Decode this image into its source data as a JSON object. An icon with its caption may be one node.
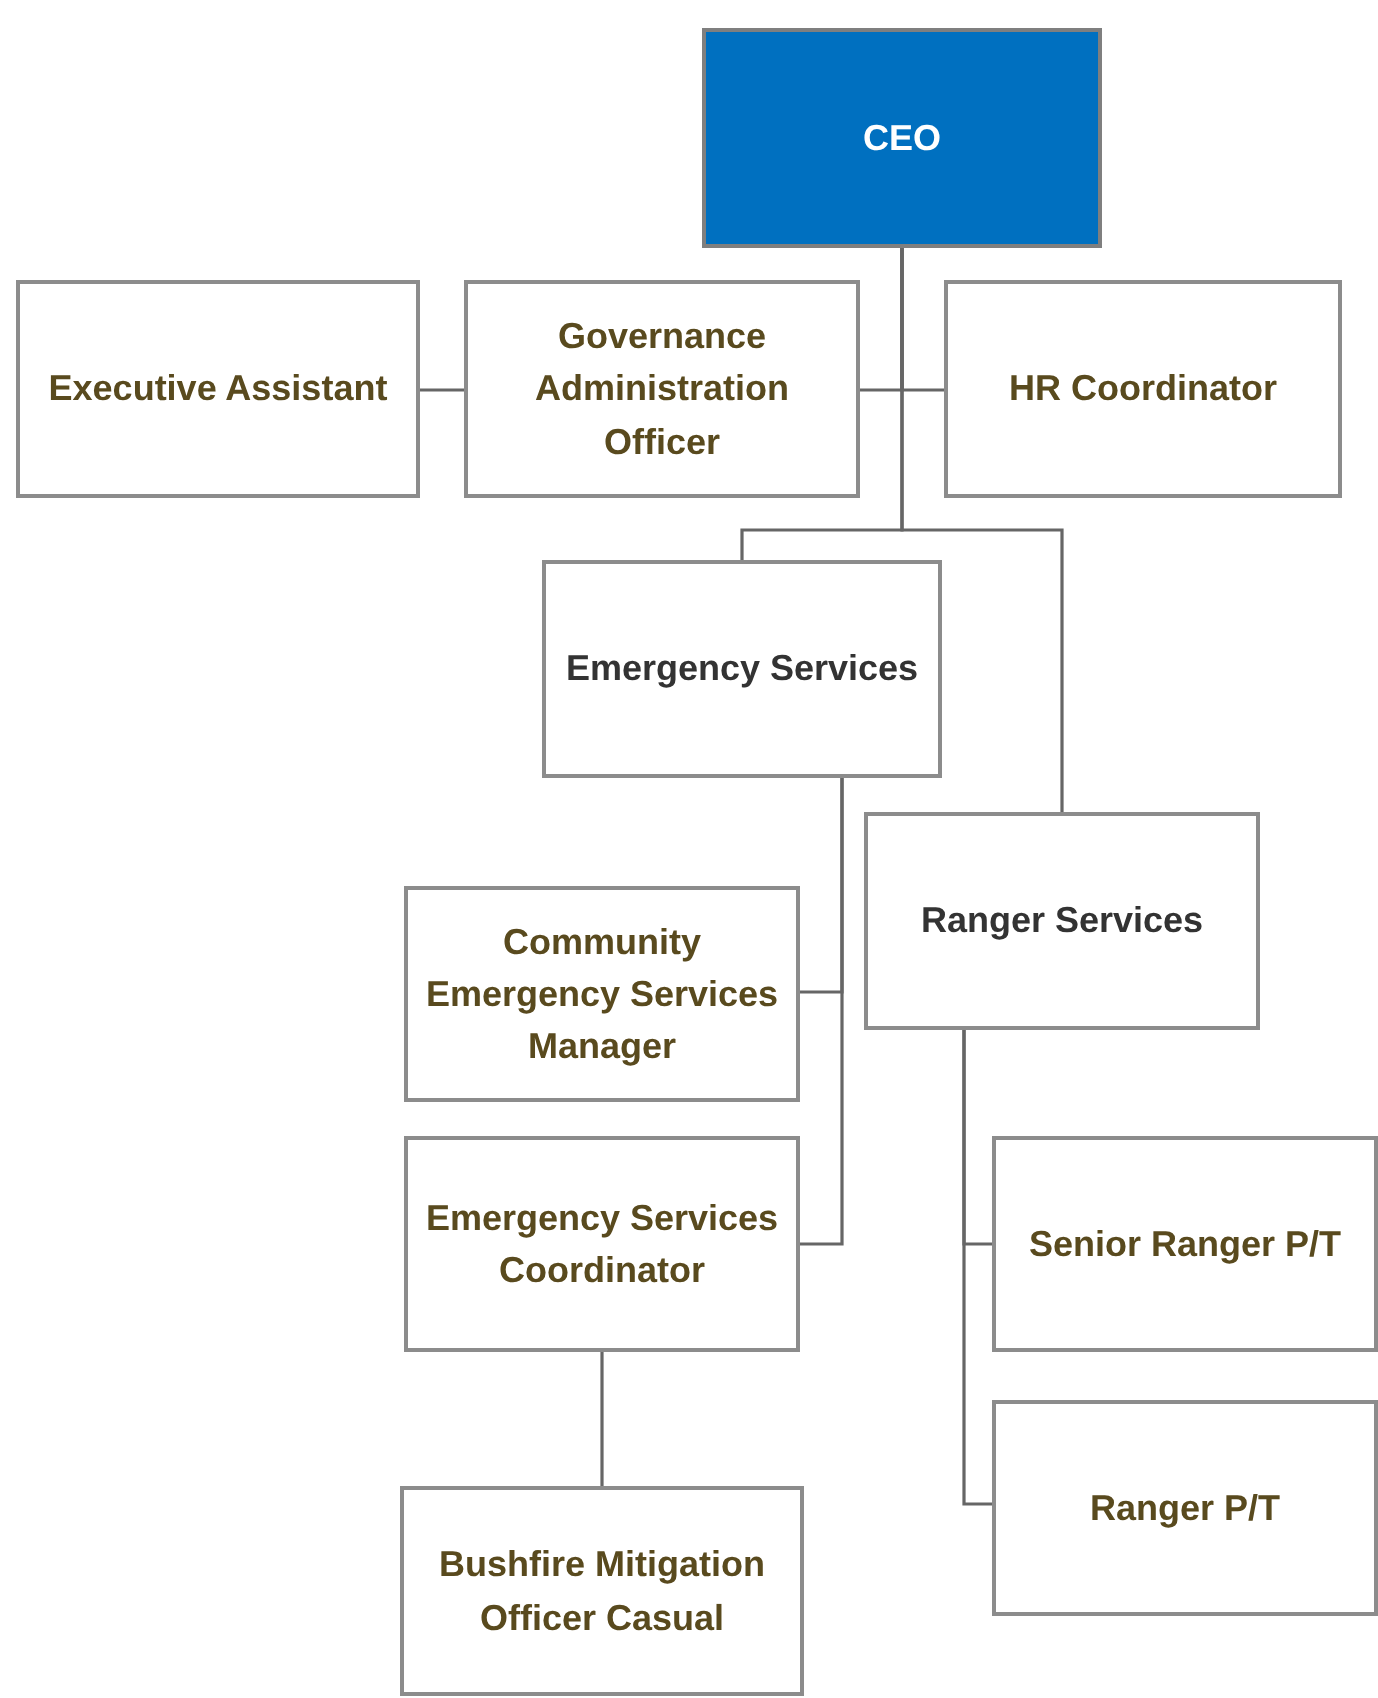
{
  "diagram": {
    "nodes": [
      {
        "text": [
          "CEO"
        ]
      },
      {
        "text": [
          "Executive Assistant"
        ]
      },
      {
        "text": [
          "Governance Administration Officer"
        ]
      },
      {
        "text": [
          "HR Coordinator"
        ]
      },
      {
        "text": [
          "Emergency Services"
        ]
      },
      {
        "text": [
          "Ranger Services"
        ]
      },
      {
        "text": [
          "Community Emergency Services Manager"
        ]
      },
      {
        "text": [
          "Emergency Services Coordinator"
        ]
      },
      {
        "text": [
          "Bushfire Mitigation Officer Casual"
        ]
      },
      {
        "text": [
          "Senior Ranger P/T"
        ]
      },
      {
        "text": [
          "Ranger P/T"
        ]
      }
    ],
    "edges": [
      {
        "from": 0,
        "to": 2,
        "arrow": "none"
      },
      {
        "from": 0,
        "to": 3,
        "arrow": "none"
      },
      {
        "from": 0,
        "to": 4,
        "arrow": "none"
      },
      {
        "from": 0,
        "to": 5,
        "arrow": "none"
      },
      {
        "from": 2,
        "to": 1,
        "arrow": "none"
      },
      {
        "from": 4,
        "to": 6,
        "arrow": "none"
      },
      {
        "from": 4,
        "to": 7,
        "arrow": "none"
      },
      {
        "from": 7,
        "to": 8,
        "arrow": "none"
      },
      {
        "from": 5,
        "to": 9,
        "arrow": "none"
      },
      {
        "from": 5,
        "to": 10,
        "arrow": "none"
      }
    ]
  }
}
